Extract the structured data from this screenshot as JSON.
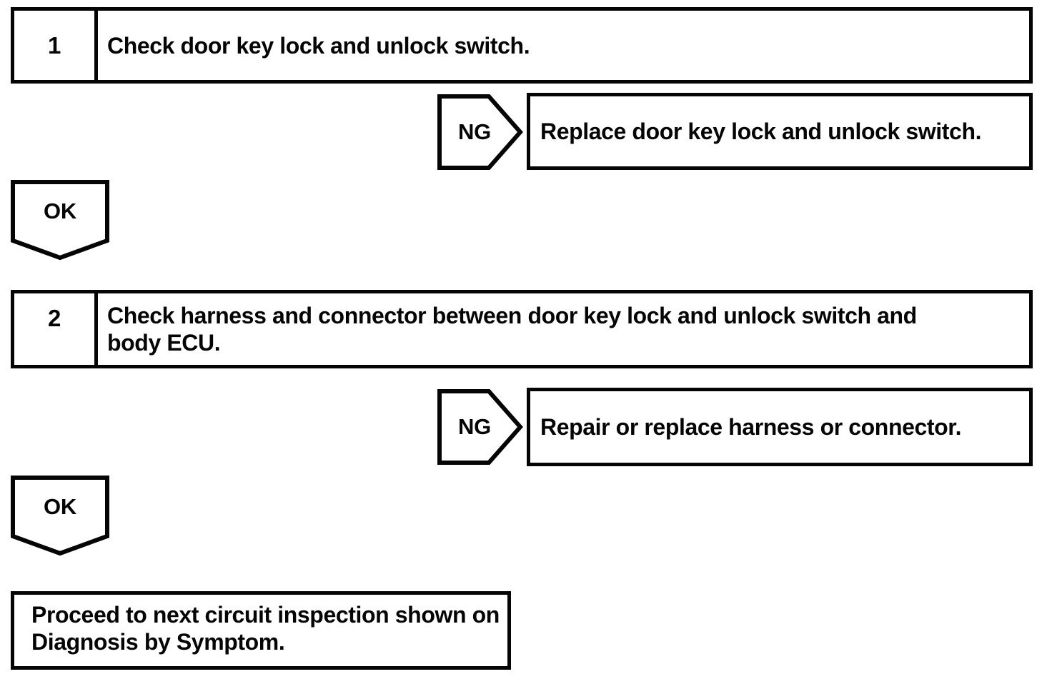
{
  "flowchart": {
    "colors": {
      "ink": "#050505",
      "paper": "#ffffff"
    },
    "steps": [
      {
        "number": "1",
        "instruction": "Check door key lock and unlock switch.",
        "ng": {
          "marker": "NG",
          "action": "Replace door key lock and unlock switch."
        },
        "ok": {
          "marker": "OK"
        }
      },
      {
        "number": "2",
        "instruction_lines": [
          "Check harness and connector between door key lock and unlock switch and",
          "body ECU."
        ],
        "ng": {
          "marker": "NG",
          "action": "Repair or replace harness or connector."
        },
        "ok": {
          "marker": "OK"
        }
      }
    ],
    "terminal": {
      "lines": [
        "Proceed to next circuit inspection shown on",
        "Diagnosis by Symptom."
      ]
    }
  }
}
